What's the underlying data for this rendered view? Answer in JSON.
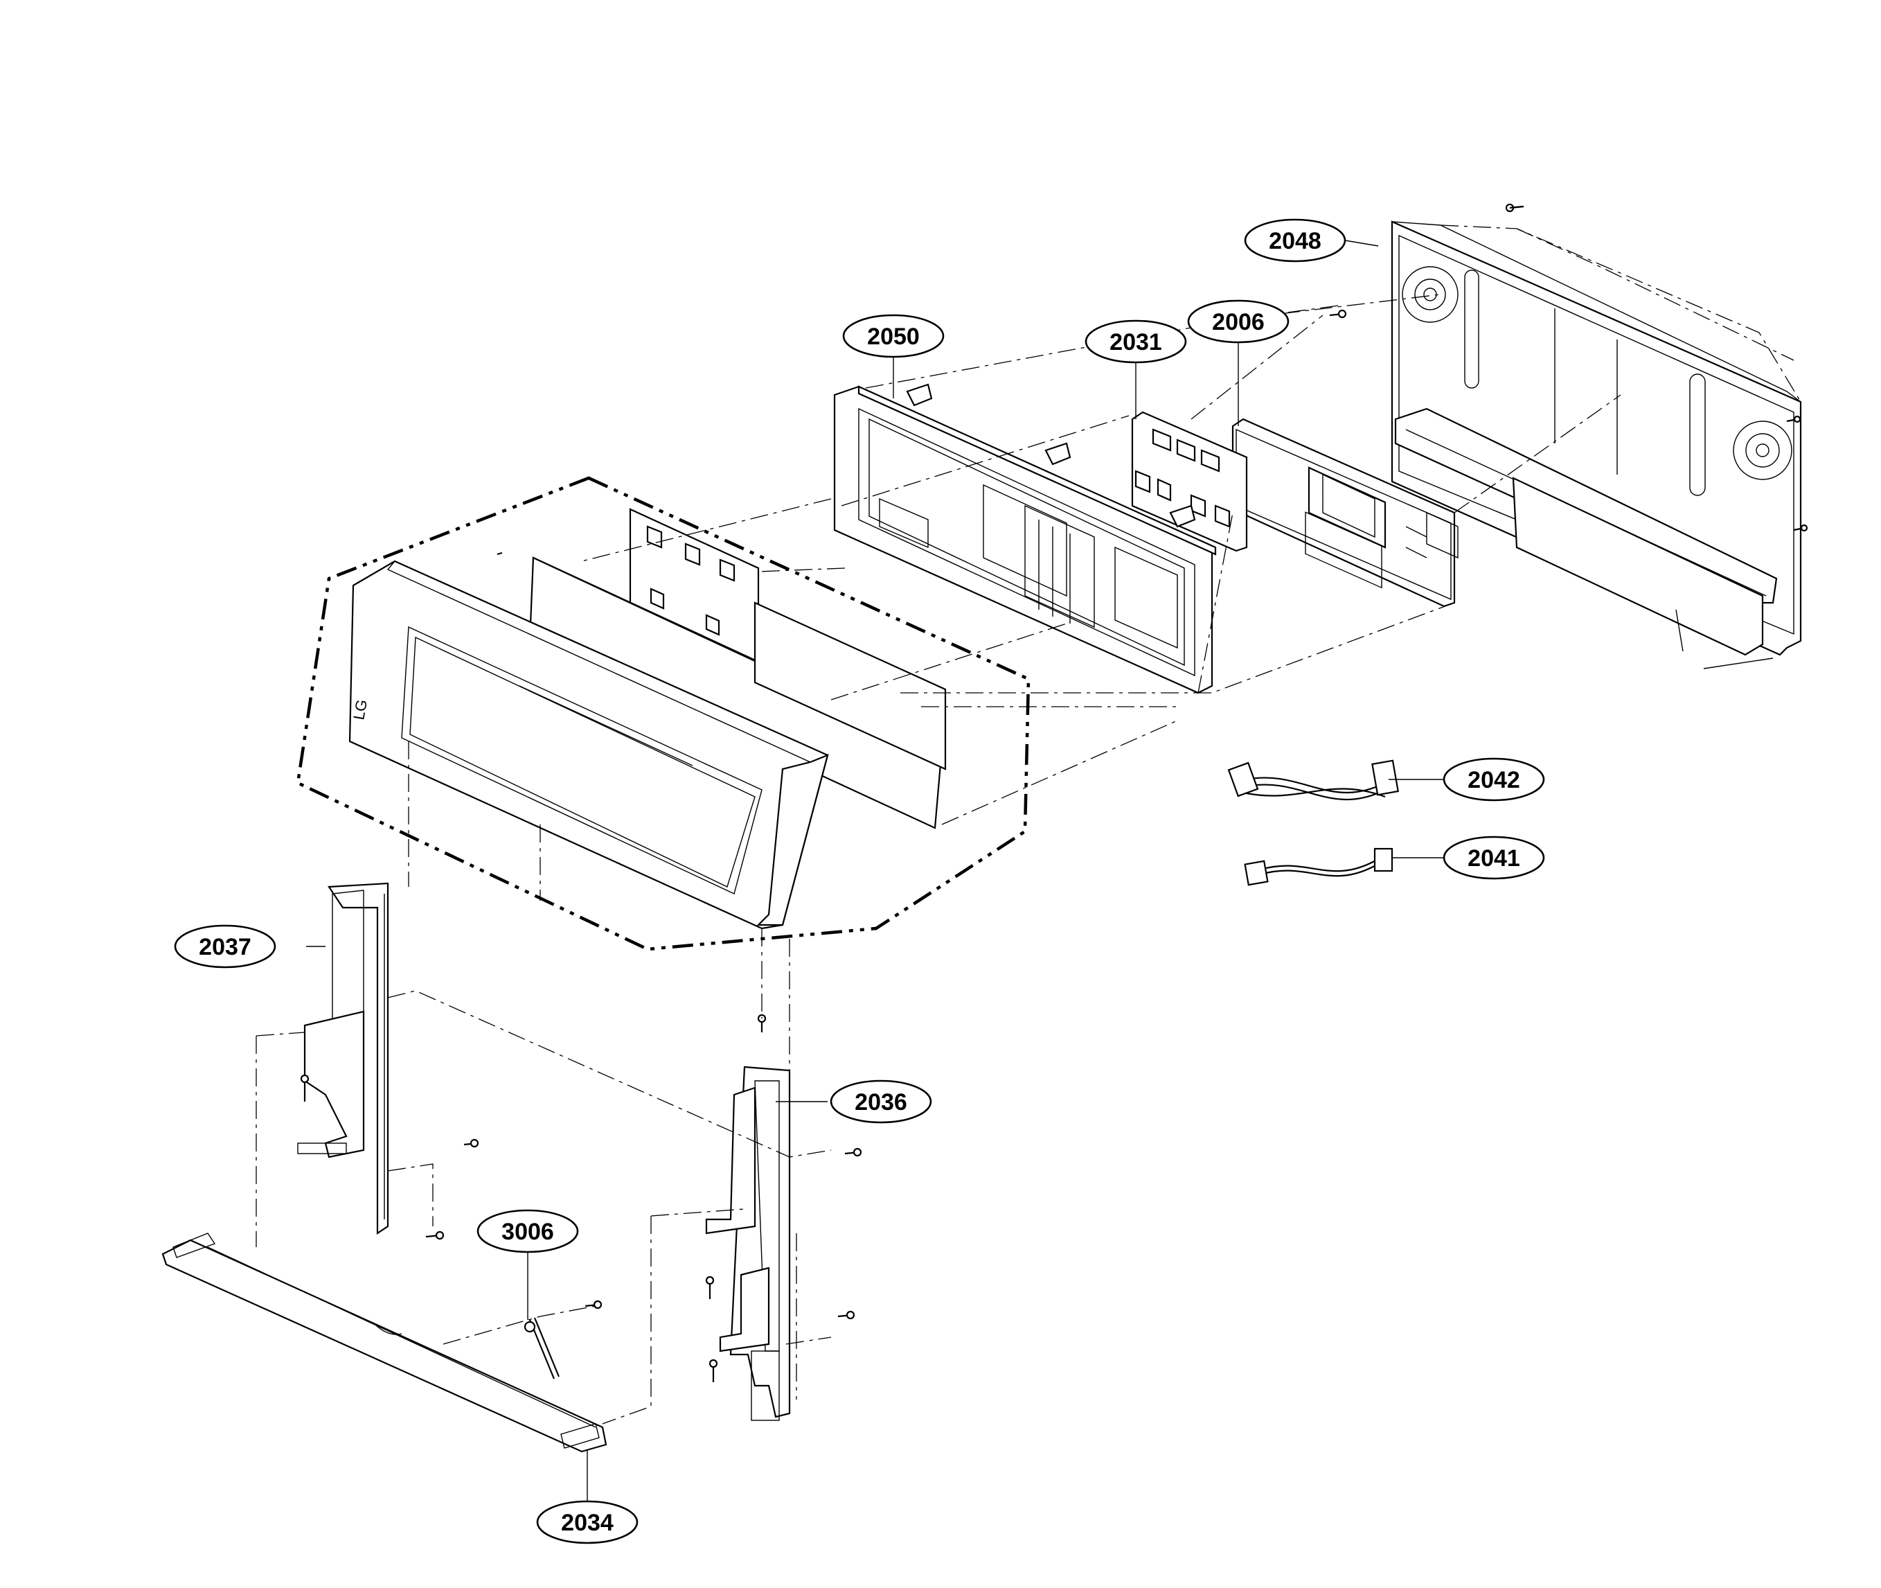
{
  "diagram": {
    "type": "exploded-parts-diagram",
    "callouts": [
      {
        "id": "2048",
        "label": "2048"
      },
      {
        "id": "2050",
        "label": "2050"
      },
      {
        "id": "2031",
        "label": "2031"
      },
      {
        "id": "2006",
        "label": "2006"
      },
      {
        "id": "2042",
        "label": "2042"
      },
      {
        "id": "2041",
        "label": "2041"
      },
      {
        "id": "2037",
        "label": "2037"
      },
      {
        "id": "2036",
        "label": "2036"
      },
      {
        "id": "3006",
        "label": "3006"
      },
      {
        "id": "2034",
        "label": "2034"
      }
    ],
    "panel_logo": "LG"
  }
}
